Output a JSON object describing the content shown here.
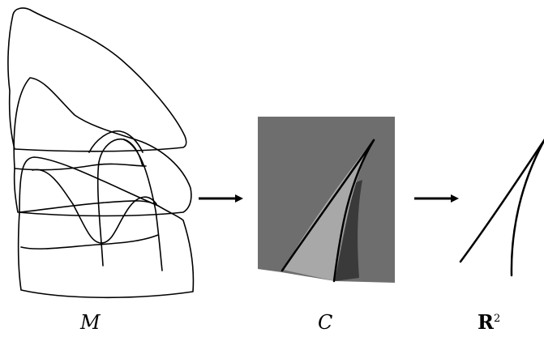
{
  "labels": {
    "manifold": "M",
    "surface": "C",
    "plane_base": "R",
    "plane_exponent": "2"
  },
  "colors": {
    "stroke": "#000000",
    "surface_dark": "#6e6e6e",
    "surface_mid": "#a8a8a8",
    "surface_shadow": "#3a3a3a"
  }
}
